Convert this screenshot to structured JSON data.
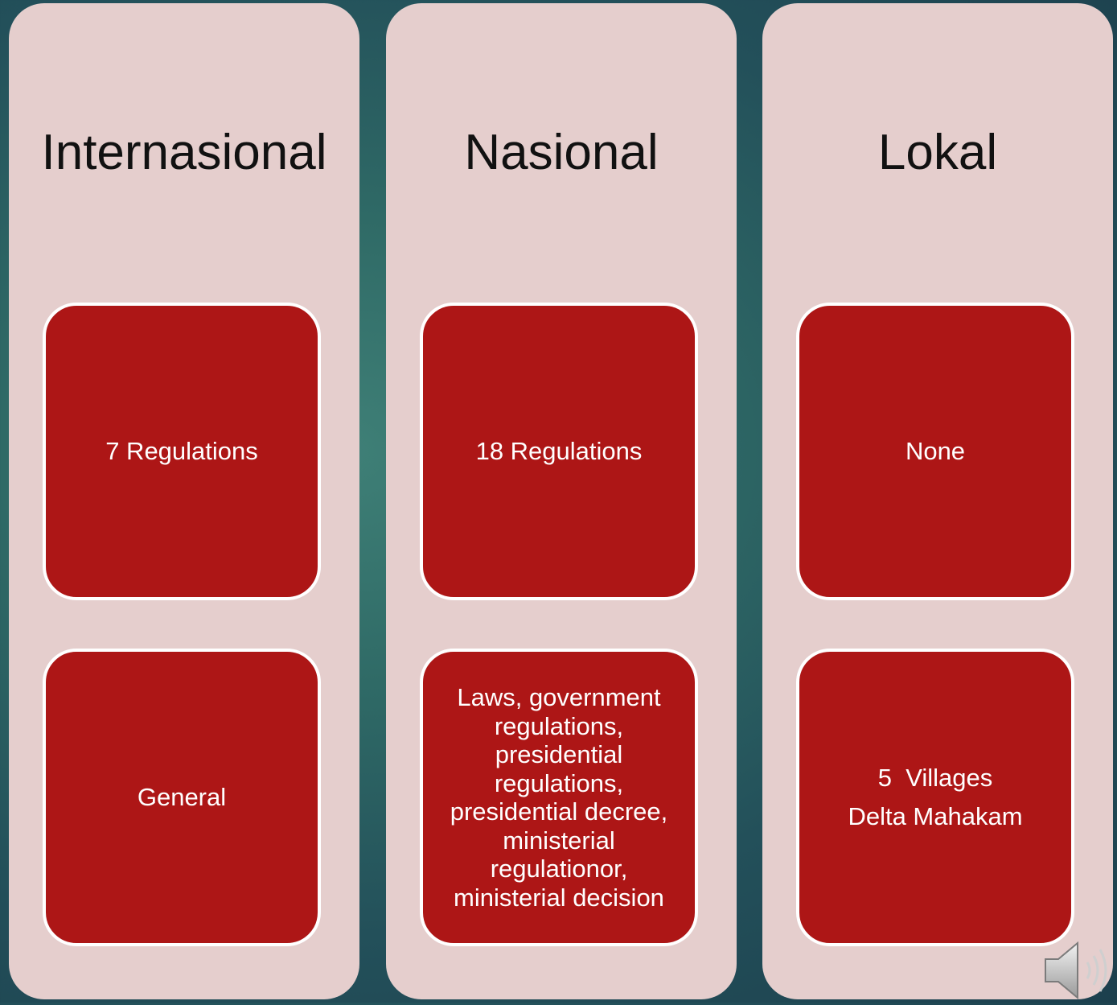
{
  "columns": [
    {
      "title": "Internasional",
      "top_card": {
        "text": "7 Regulations"
      },
      "bottom_card": {
        "text": "General"
      }
    },
    {
      "title": "Nasional",
      "top_card": {
        "text": "18 Regulations"
      },
      "bottom_card": {
        "text": "Laws, government regulations, presidential regulations, presidential decree, ministerial regulationor, ministerial decision"
      }
    },
    {
      "title": "Lokal",
      "top_card": {
        "text": "None"
      },
      "bottom_card": {
        "lines": [
          "5  Villages",
          "Delta Mahakam"
        ]
      }
    }
  ],
  "icons": {
    "audio": "speaker-icon"
  },
  "colors": {
    "background": "#2f6a66",
    "column": "#e5cecd",
    "card": "#ad1616",
    "card_border": "#ffffff",
    "card_text": "#ffffff",
    "title_text": "#111111"
  }
}
